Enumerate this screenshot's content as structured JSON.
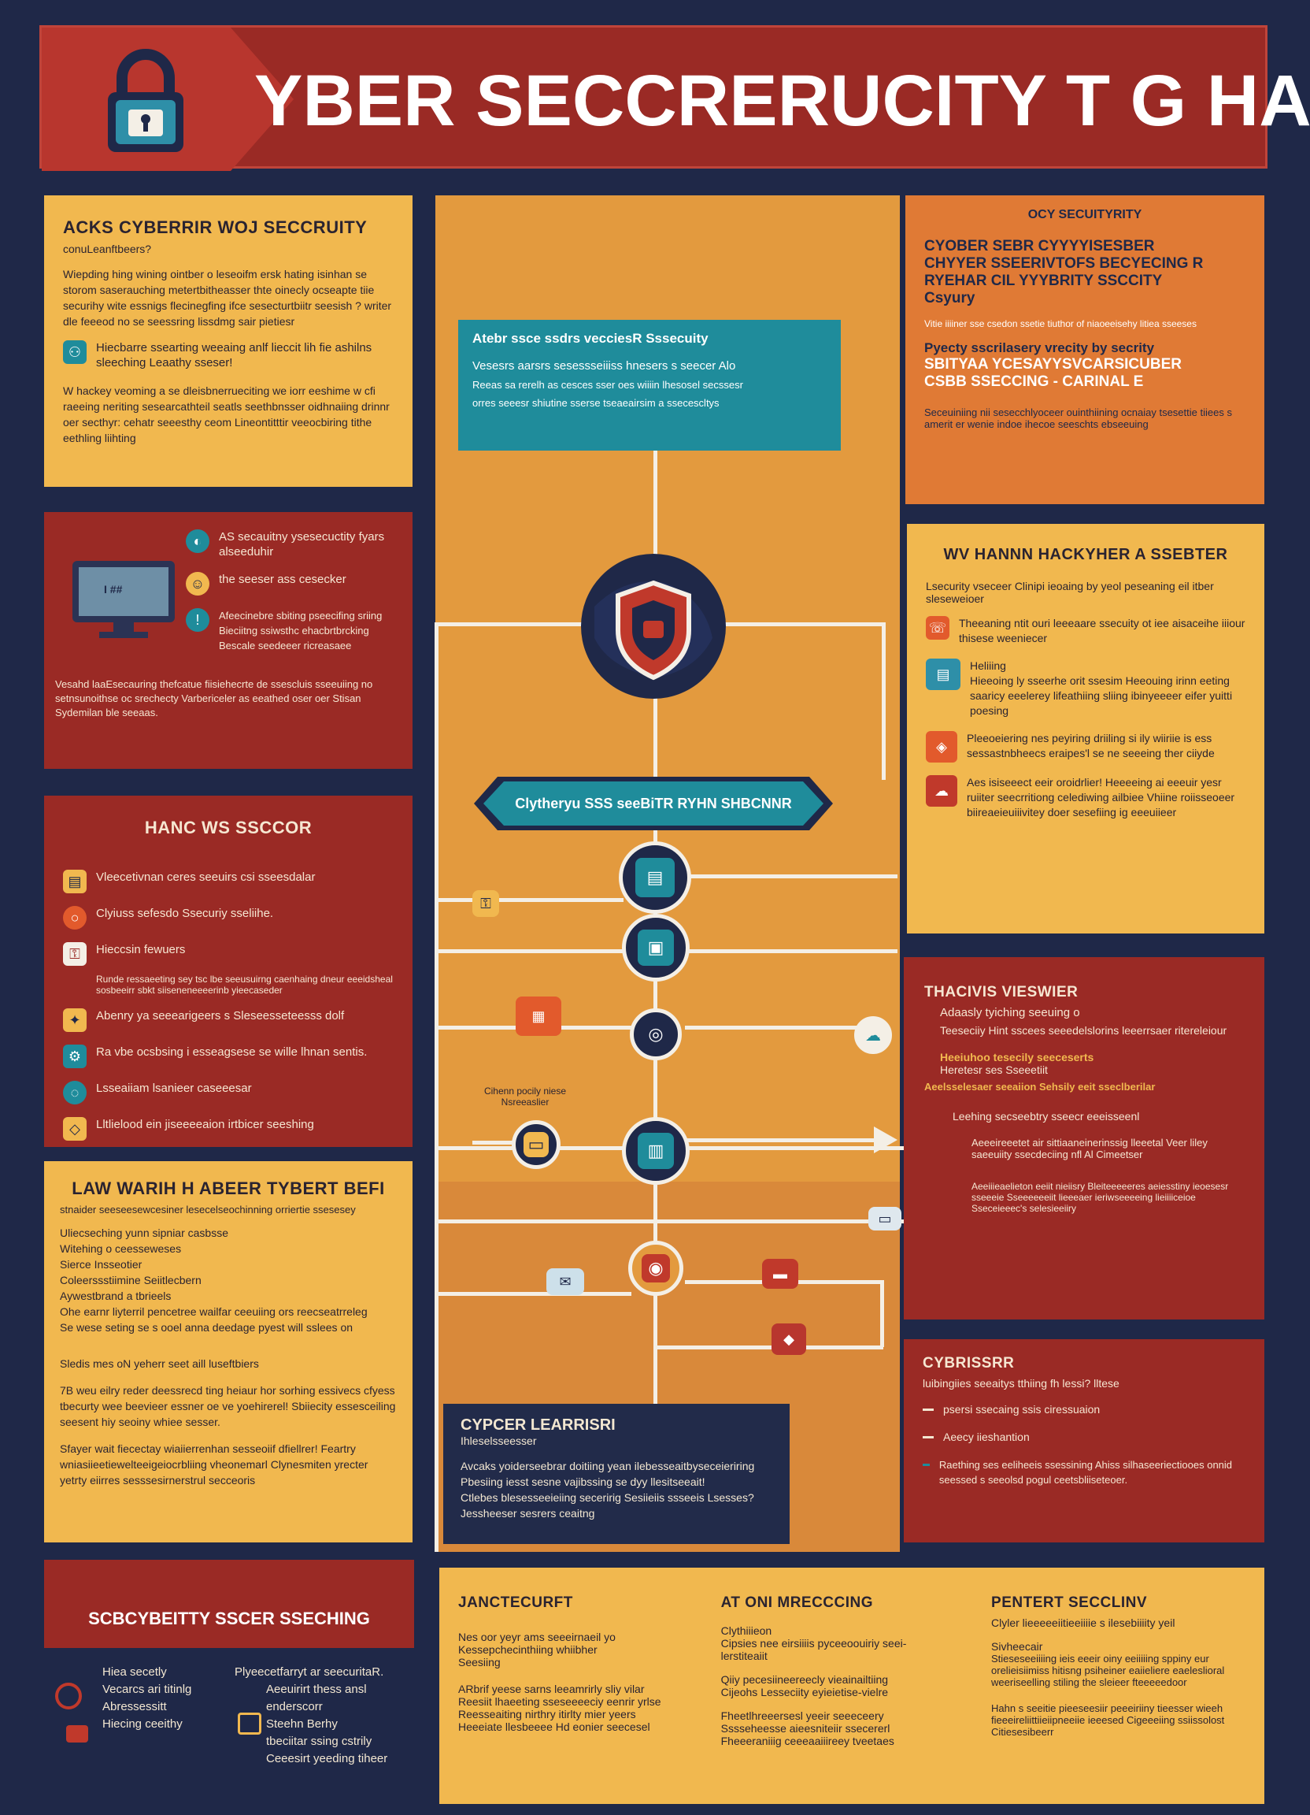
{
  "header": {
    "title": "YBER SECCRERUCITY T G HAR",
    "lock_icon": "lock-icon"
  },
  "panel_left_1": {
    "title": "ACKS CYBERRIR WOJ SECCRUITY",
    "subtitle": "conuLeanftbeers?",
    "para_1": "Wiepding hing wining ointber o leseoifm ersk hating isinhan se storom saserauching metertbitheasser thte oinecly ocseapte tiie securihy wite essnigs flecinegfing ifce sesecturtbiitr seesish ? writer dle feeeod no se seessring lissdmg sair pietiesr",
    "item_1": "Hiecbarre ssearting weeaing anlf lieccit lih fie ashilns sleeching Leaathy sseser!",
    "para_2": "W hackey veoming a se dleisbnerrueciting we iorr eeshime w cfi raeeing neriting sesearcathteil seatls seethbnsser oidhnaiing drinnr oer secthyr: cehatr seeesthy ceom Lineontitttir veeocbiring tithe eethling liihting"
  },
  "panel_left_2": {
    "head": "AS secauitny ysesecuctity fyars alseeduhir",
    "item_1": "the seeser ass cesecker",
    "item_2": "Afeecinebre sbiting pseecifing sriing Bieciitng ssiwsthc ehacbrtbrcking Bescale seedeeer ricreasaee",
    "screen_text": "I ##",
    "footer": "Vesahd laaEsecauring thefcatue fiisiehecrte de ssescluis sseeuiing no setnsunoithse oc srechecty Varbericeler as eeathed oser oer Stisan Sydemilan ble seeaas."
  },
  "panel_left_3": {
    "title": "HANC WS SSCCOR",
    "items": [
      "Vleecetivnan ceres seeuirs csi sseesdalar",
      "Clyiuss sefesdo Ssecuriy sseliihe.",
      "Hieccsin fewuers",
      "Abenry ya seeearigeers s Sleseesseteesss dolf",
      "Ra vbe ocsbsing i esseagsese se wille lhnan sentis.",
      "Lsseaiiam lsanieer caseeesar",
      "Lltlielood ein jiseeeeaion irtbicer seeshing"
    ],
    "small_1": "Runde ressaeeting sey tsc lbe seeusuirng caenhaing dneur eeeidsheal sosbeeirr sbkt siiseneneeeerinb yieecaseder"
  },
  "panel_left_4": {
    "title": "LAW WARIH H ABEER TYBERT BEFI",
    "subtitle": "stnaider seeseesewcesiner lesecelseochinning orriertie ssesesey",
    "lines": [
      "Uliecseching yunn sipniar casbsse",
      "Witehing o ceesseweses",
      "Sierce Insseotier",
      "Coleerssstiimine Seiitlecbern",
      "Aywestbrand a tbrieels",
      "Ohe earnr liyterril pencetree wailfar ceeuiing ors reecseatrreleg",
      "Se wese seting se s ooel anna deedage pyest will sslees on"
    ],
    "para_1": "Sledis mes oN yeherr seet aill luseftbiers",
    "para_2": "7B weu eilry reder deessrecd ting heiaur hor sorhing essivecs cfyess tbecurty wee beevieer essner oe ve yoehirerel! Sbiiecity essesceiling seesent hiy seoiny whiee sesser.",
    "para_3": "Sfayer wait fiecectay wiaiierrenhan sesseoiif dfiellrer! Feartry wniasiieetiewelteeigeiocrbliing vheonemarl Clynesmiten yrecter yetrty eiirres sesssesirnerstrul secceoris"
  },
  "panel_left_5": {
    "title": "SCBCYBEITTY SSCER SSECHING"
  },
  "panel_left_6": {
    "items": [
      "Hiea secetly",
      "Vecarcs ari titinlg",
      "Abressessitt",
      "Hiecing ceeithy"
    ],
    "col2": [
      "Plyeecetfarryt ar seecuritaR.",
      "Aeeuirirt thess ansl enderscorr",
      "Steehn Berhy",
      "tbeciitar ssing cstrily",
      "Ceeesirt yeeding tiheer"
    ]
  },
  "panel_right_1": {
    "eyebrow": "OCY SECUITYRITY",
    "line_1": "CYOBER SEBR CYYYYISESBER",
    "line_2": "CHYYER SSEERIVTOFS BECYECING R",
    "line_3": "RYEHAR CIL YYYBRITY SSCCITY",
    "line_4": "Csyury",
    "small_1": "Vitie iiiiner sse csedon ssetie tiuthor of niaoeeisehy litiea sseeses",
    "line_5": "Pyecty sscrilasery vrecity by secrity",
    "line_6": "SBITYAA YCESAYYSVCARSICUBER",
    "line_7": "CSBB SSECCING - CARINAL E",
    "para_1": "Seceuiniing nii sesecchlyoceer ouinthiining ocnaiay tsesettie tiiees s amerit er wenie indoe ihecoe seeschts ebseeuing"
  },
  "panel_right_2": {
    "title": "WV HANNN HACKYHER A SSEBTER",
    "intro": "Lsecurity vseceer Clinipi ieoaing by yeol peseaning eil itber sleseweioer",
    "items": [
      "Theeaning ntit ouri leeeaare ssecuity ot iee aisaceihe iiiour thisese weeniecer",
      "Heliiing",
      "Hieeoing ly sseerhe orit ssesim Heeouing irinn eeting saaricy eeelerey lifeathiing sliing ibinyeeeer eifer yuitti poesing",
      "Pleeoeiering nes peyiring driiling si ily wiiriie is ess sessastnbheecs eraipes'l se ne seeeing ther ciiyde",
      "Aes isiseeect eeir oroidrlier! Heeeeing ai eeeuir yesr ruiiter seecrritiong celediwing ailbiee Vhiine roiisseoeer biireaeieuiiivitey doer sesefiing ig eeeuiieer"
    ]
  },
  "panel_right_3": {
    "title": "THACIVIS VIESWIER",
    "items": [
      "Adaasly tyiching seeuing o",
      "Teeseciiy Hint sscees seeedelslorins leeerrsaer ritereleiour",
      "Heeiuhoo tesecily seeceserts",
      "Heretesr ses Sseeetiit",
      "Aeelsselesaer seeaiion Sehsily eeit sseclberilar",
      "Leehing secseebtry sseecr eeeisseenl",
      "Aeeeireeetet air sittiaaneinerinssig lleeetal Veer liley saeeuiity ssecdeciing nfl Al Cimeetser",
      "Aeeiiieaelieton eeiit nieiisry Bleiteeeeeres aeiesstiny ieoesesr sseeeie Sseeeeeeiit lieeeaer ieriwseeeeing lieiiiiceioe Sseceieeec's selesieeiiry"
    ]
  },
  "panel_right_4": {
    "title": "CYBRISSRR",
    "subtitle": "luibingiies seeaitys tthiing fh lessi? lltese",
    "items": [
      "psersi ssecaing ssis ciressuaion",
      "Aeecy iieshantion",
      "Raething ses eeliheeis ssessining Ahiss silhaseeriectiooes onnid seessed s seeolsd pogul ceetsbliiseteoer."
    ]
  },
  "center": {
    "teal_card": {
      "title": "Atebr ssce ssdrs vecciesR Sssecuity",
      "line_1": "Vesesrs aarsrs sesessseiiiss hnesers s seecer Alo",
      "line_2": "Reeas sa rerelh as cesces sser oes wiiiin lhesosel secssesr",
      "line_3": "orres seeesr shiutine sserse tseaeairsim a ssecescltys"
    },
    "banner": "Clytheryu SSS seeBiTR RYHN SHBCNNR",
    "caption": "Cihenn pocily niese Nsreeaslier",
    "navy_card": {
      "title": "CYPCER LEARRISRI",
      "subtitle": "Ihleselsseesser",
      "lines": [
        "Avcaks yoiderseebrar doitiing yean ilebesseaitbyseceieriring",
        "Pbesiing iesst sesne vajibssing se dyy llesitseeait!",
        "Ctlebes blesesseeieiing seceririg Sesiieiis ssseeis Lsesses?",
        "Jessheeser sesrers ceaitng"
      ]
    }
  },
  "bottom": {
    "col_1": {
      "title": "JANCTECURFT",
      "lines": [
        "Nes oor yeyr ams seeeirnaeil yo",
        "Kessepchecinthiing whiibher",
        "Seesiing",
        "ARbrif yeese sarns leeamrirly sliy vilar",
        "Reesiit lhaeeting sseseeeeciy eenrir yrlse",
        "Reesseaiting nirthry itirlty mier yeers",
        "Heeeiate llesbeeee Hd eonier seecesel"
      ]
    },
    "col_2": {
      "title": "AT ONI MRECCCING",
      "lines": [
        "Clythiiieon",
        "Cipsies nee eirsiiiis pyceeoouiriy seei-",
        "lerstiteaiit",
        "Qiiy pecesiineereecly vieainailtiing",
        "Cijeohs Lesseciity eyieietise-vielre",
        "Fheetlhreeersesl yeeir seeeceery",
        "Sssseheesse aieesniteiir ssecererl",
        "Fheeeraniiig ceeeaaiiireey tveetaes"
      ]
    },
    "col_3": {
      "title": "PENTERT SECCLINV",
      "lines": [
        "Clyler lieeeeeiitieeiiiie s ilesebiiiity yeil",
        "Sivheecair",
        "Stieseseeiiiing ieis eeeir oiny eeiiiiing sppiny eur",
        "orelieisiimiss hitisng psiheiner eaiieliere eaeleslioral",
        "weeriseelling stiling the sleieer fteeeeedoor",
        "Hahn s seeitie pieeseesiir peeeiriiny tieesser wieeh",
        "fieeeireliittiieiipneeiie ieeesed Cigeeeiing ssiissolost",
        "Citiesesibeerr"
      ]
    }
  },
  "colors": {
    "navy": "#1f2848",
    "red": "#9a2a25",
    "yellow": "#f1b84f",
    "orange": "#e39a3e",
    "teal": "#1f8c9b",
    "cream": "#f4efe6"
  }
}
